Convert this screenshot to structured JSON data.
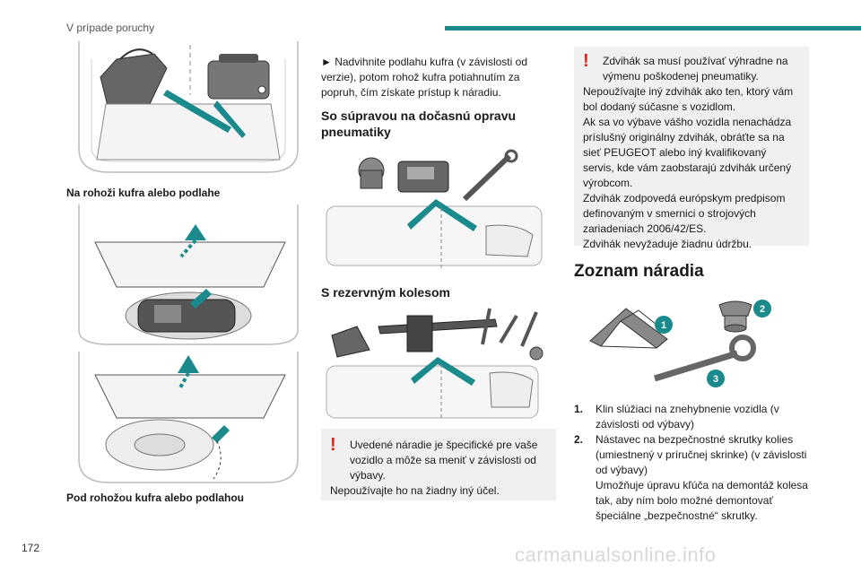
{
  "header": {
    "section_title": "V prípade poruchy",
    "accent_color": "#1a8a8c"
  },
  "page_number": "172",
  "watermark": "carmanualsonline.info",
  "column1": {
    "caption1": "Na rohoži kufra alebo podlahe",
    "caption2": "Pod rohožou kufra alebo podlahou"
  },
  "column2": {
    "intro": "► Nadvihnite podlahu kufra (v závislosti od verzie), potom rohož kufra potiahnutím za popruh, čím získate prístup k náradiu.",
    "heading1": "So súpravou na dočasnú opravu pneumatiky",
    "heading2": "S rezervným kolesom",
    "warning": {
      "line1": "Uvedené náradie je špecifické pre vaše vozidlo a môže sa meniť v závislosti od výbavy.",
      "line2": "Nepoužívajte ho na žiadny iný účel."
    }
  },
  "column3": {
    "warning": {
      "line1": "Zdvihák sa musí používať výhradne na výmenu poškodenej pneumatiky.",
      "line2": "Nepoužívajte iný zdvihák ako ten, ktorý vám bol dodaný súčasne s vozidlom.",
      "line3": "Ak sa vo výbave vášho vozidla nenachádza príslušný originálny zdvihák, obráťte sa na sieť PEUGEOT alebo iný kvalifikovaný servis, kde vám zaobstarajú zdvihák určený výrobcom.",
      "line4": "Zdvihák zodpovedá európskym predpisom definovaným v smernici o strojových zariadeniach 2006/42/ES.",
      "line5": "Zdvihák nevyžaduje žiadnu údržbu."
    },
    "heading": "Zoznam náradia",
    "callouts": [
      "1",
      "2",
      "3"
    ],
    "list": [
      {
        "num": "1.",
        "text": "Klin slúžiaci na znehybnenie vozidla (v závislosti od výbavy)"
      },
      {
        "num": "2.",
        "text": "Nástavec na bezpečnostné skrutky kolies (umiestnený v príručnej skrinke) (v závislosti od výbavy)"
      },
      {
        "num": "",
        "text": "Umožňuje úpravu kľúča na demontáž kolesa tak, aby ním bolo možné demontovať špeciálne „bezpečnostné“ skrutky."
      }
    ]
  }
}
